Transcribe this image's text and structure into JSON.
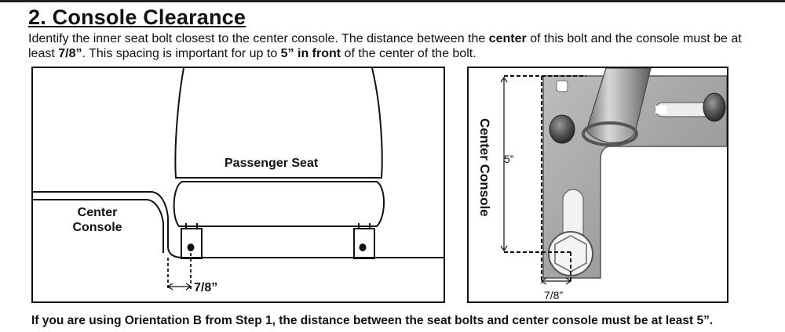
{
  "heading": "2. Console Clearance",
  "intro": {
    "part1": "Identify the inner seat bolt closest to the center console. The distance between the ",
    "bold1": "center",
    "part2": " of this bolt and the console must be at least ",
    "bold2": "7/8”",
    "part3": ". This spacing is important for up to ",
    "bold3": "5” in front",
    "part4": " of the center of the bolt."
  },
  "left_diagram": {
    "seat_label": "Passenger Seat",
    "console_label_line1": "Center",
    "console_label_line2": "Console",
    "measure_label": "7/8”"
  },
  "right_diagram": {
    "console_label": "Center Console",
    "length_label": "5”",
    "measure_label": "7/8”"
  },
  "footer": "If you are using Orientation B from Step 1, the distance between the seat bolts and center console must be at least 5”."
}
